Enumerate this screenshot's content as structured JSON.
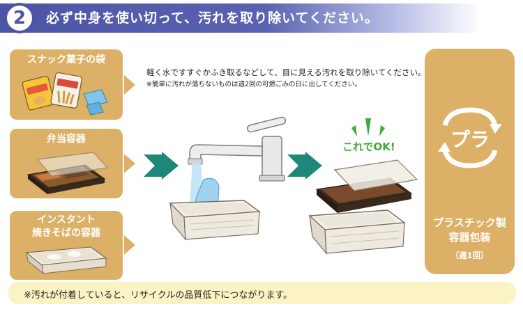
{
  "header": {
    "step_number": "2",
    "title": "必ず中身を使い切って、汚れを取り除いてください。"
  },
  "categories": [
    {
      "label_lines": [
        "スナック菓子の袋"
      ],
      "image": "snack-bags-illustration"
    },
    {
      "label_lines": [
        "弁当容器"
      ],
      "image": "bento-container-illustration"
    },
    {
      "label_lines": [
        "インスタント",
        "焼きそばの容器"
      ],
      "image": "instant-yakisoba-container-illustration"
    }
  ],
  "instructions": {
    "main": "軽く水ですすぐかふき取るなどして、目に見える汚れを取り除いてください。",
    "note": "※簡単に汚れが落ちないものは週2回の可燃ごみの日に出してください。"
  },
  "result": {
    "ok_label": "これでOK!"
  },
  "recycle": {
    "icon": "pla-recycle-mark-icon",
    "mark_text": "プラ",
    "title_lines": [
      "プラスチック製",
      "容器包装"
    ],
    "frequency": "（週1回）"
  },
  "footer": {
    "text": "※汚れが付着していると、リサイクルの品質低下につながります。"
  },
  "colors": {
    "banner": "#4c54a6",
    "panel": "#dcb066",
    "arrow": "#1e8878",
    "ok_green": "#3daa3a",
    "footer_bg": "#fbf3c3"
  }
}
